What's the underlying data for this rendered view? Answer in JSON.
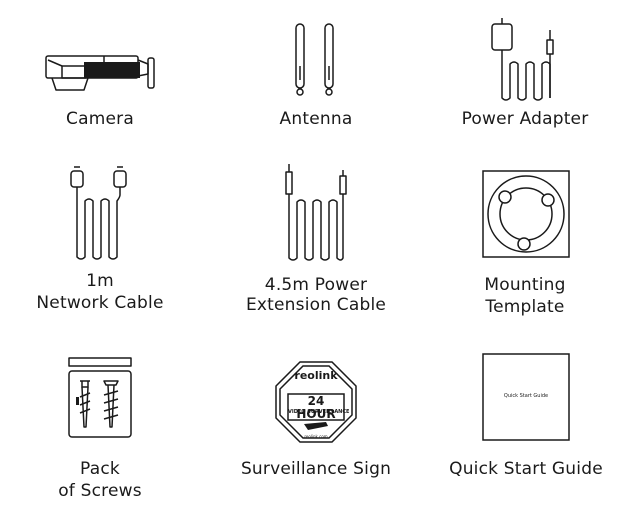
{
  "items": [
    {
      "label": "Camera"
    },
    {
      "label": "Antenna"
    },
    {
      "label": "Power Adapter"
    },
    {
      "label_line1": "1m",
      "label_line2": "Network Cable"
    },
    {
      "label_line1": "4.5m Power",
      "label_line2": "Extension Cable"
    },
    {
      "label_line1": "Mounting",
      "label_line2": "Template"
    },
    {
      "label_line1": "Pack",
      "label_line2": "of Screws"
    },
    {
      "label": "Surveillance Sign"
    },
    {
      "label": "Quick Start Guide"
    }
  ],
  "sign": {
    "brand": "reolink",
    "headline": "24 HOUR",
    "subline": "VIDEO SURVEILLANCE",
    "footer": "reolink.com"
  },
  "guide": {
    "cover_title": "Quick Start Guide"
  }
}
